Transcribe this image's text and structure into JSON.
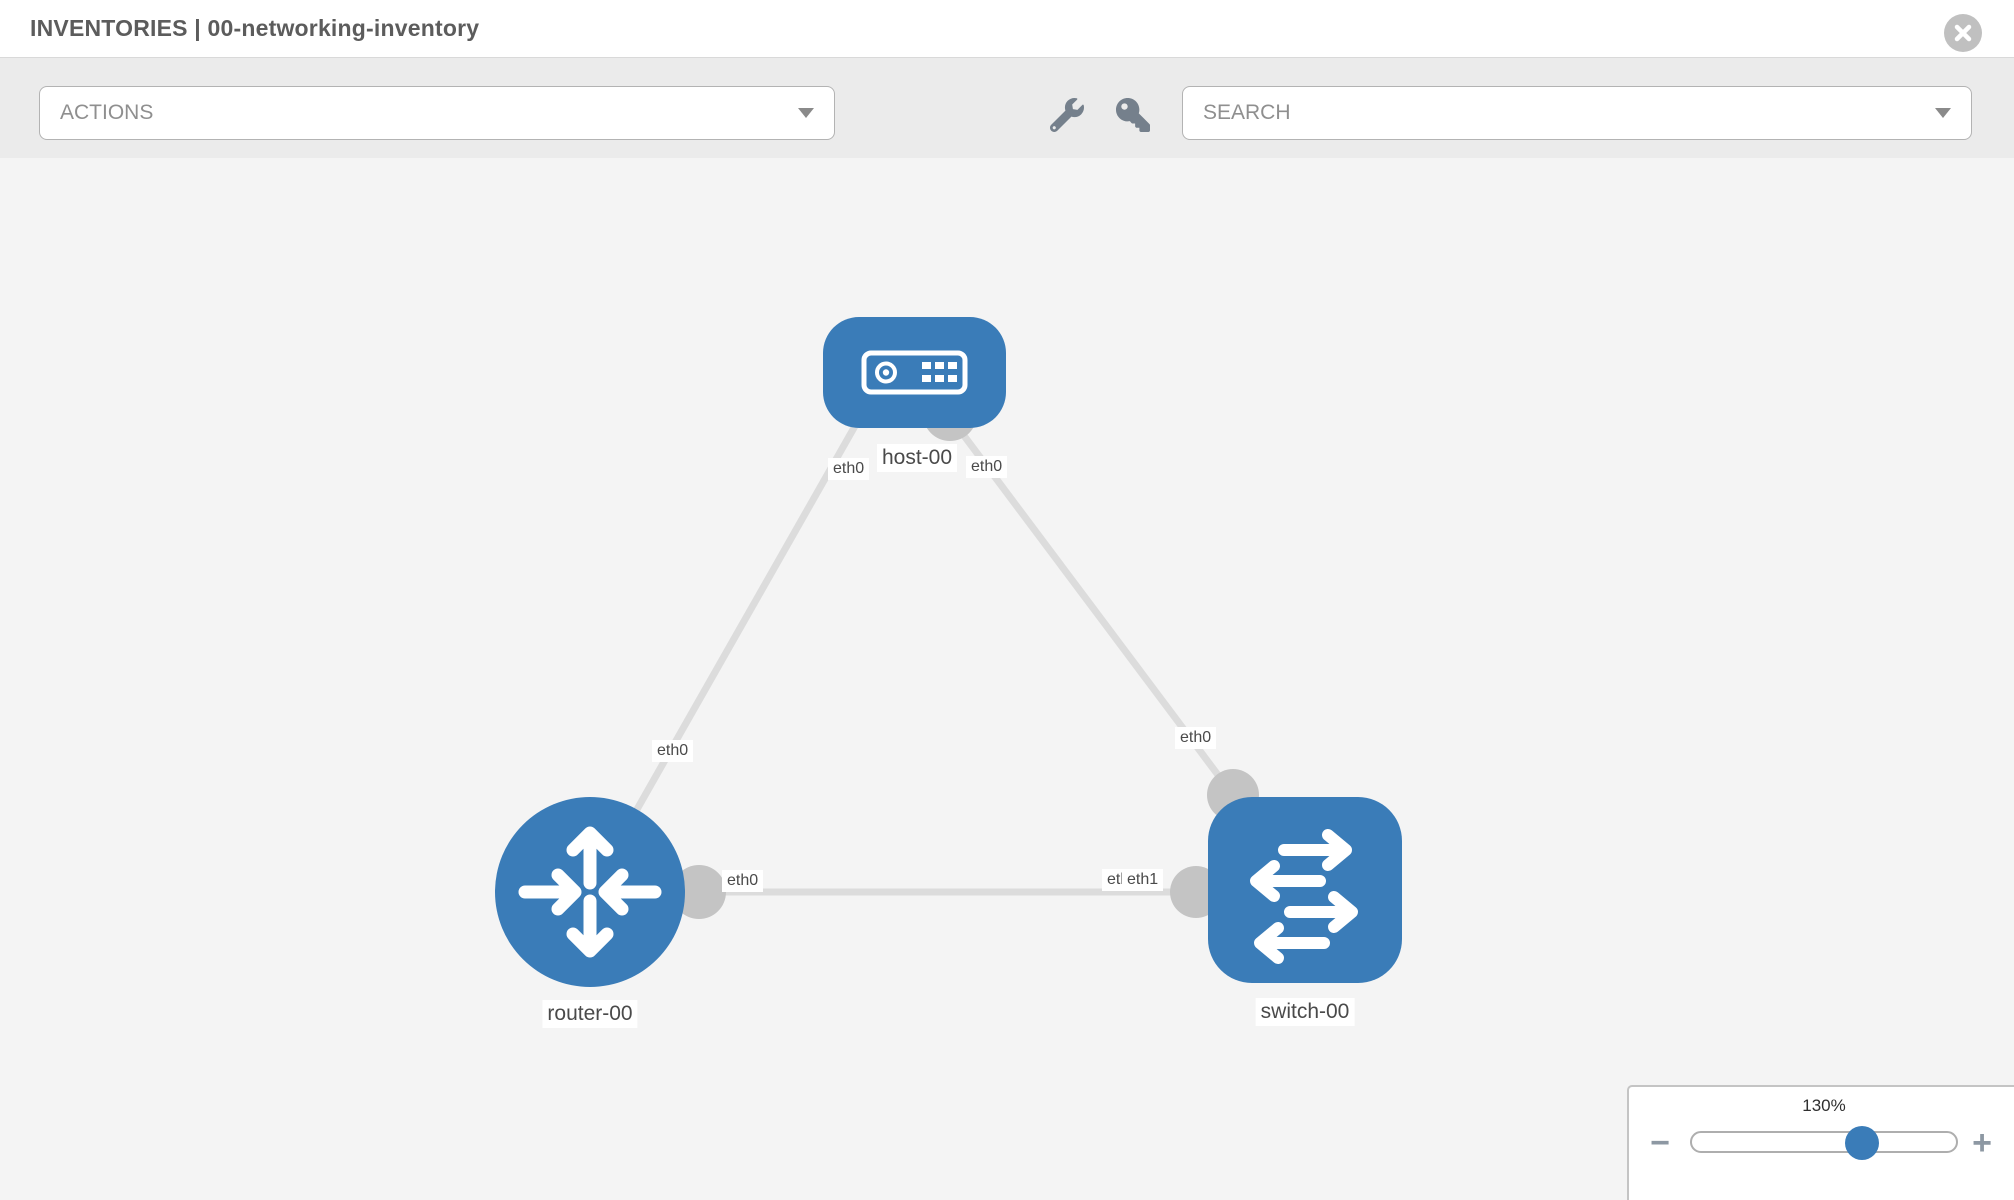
{
  "header": {
    "title": "INVENTORIES | 00-networking-inventory"
  },
  "toolbar": {
    "actions_label": "ACTIONS",
    "search_placeholder": "SEARCH"
  },
  "topology": {
    "nodes": [
      {
        "id": "host-00",
        "type": "host",
        "label": "host-00"
      },
      {
        "id": "router-00",
        "type": "router",
        "label": "router-00"
      },
      {
        "id": "switch-00",
        "type": "switch",
        "label": "switch-00"
      }
    ],
    "links": [
      {
        "from": "host-00",
        "from_interface": "eth0",
        "to": "router-00",
        "to_interface": "eth0"
      },
      {
        "from": "host-00",
        "from_interface": "eth0",
        "to": "switch-00",
        "to_interface": "eth0"
      },
      {
        "from": "router-00",
        "from_interface": "eth0",
        "to": "switch-00",
        "to_interface": "eth1"
      }
    ],
    "interface_labels": {
      "host_left": "eth0",
      "host_right": "eth0",
      "link_host_router": "eth0",
      "router_right": "eth0",
      "switch_top": "eth0",
      "switch_left_back": "eth0",
      "switch_left_front": "eth1"
    }
  },
  "zoom_control": {
    "value_label": "130%",
    "percent": 130,
    "minus_label": "−",
    "plus_label": "+"
  },
  "colors": {
    "node_fill": "#3a7cb8",
    "link": "#dcdcdc",
    "connector": "#c4c4c4",
    "canvas_bg": "#f4f4f4",
    "toolbar_bg": "#ebebeb"
  }
}
